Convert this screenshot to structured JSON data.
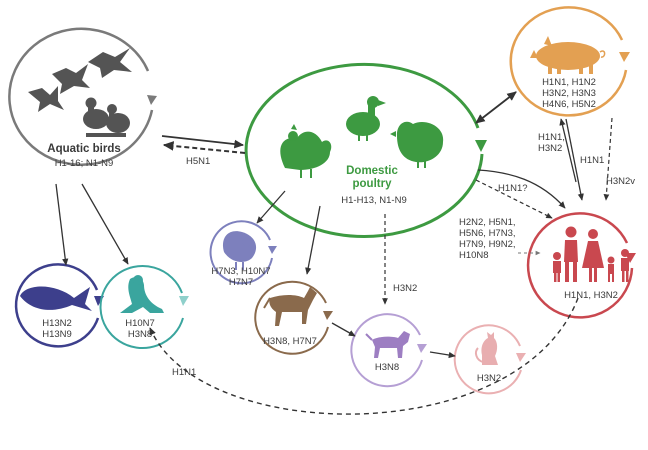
{
  "colors": {
    "aquatic": "#707070",
    "poultry": "#3d9a41",
    "pig": "#e3a052",
    "human": "#c9484f",
    "whale": "#3d3f8c",
    "seal": "#3aa59e",
    "turkey": "#7d80bd",
    "horse": "#8a6a4c",
    "dog": "#9d7ec2",
    "cat": "#e8aeb0"
  },
  "icons": [
    "birds-flying-icon",
    "ducks-icon",
    "rooster-icon",
    "duck-icon",
    "hen-icon",
    "pig-icon",
    "family-icon",
    "whale-icon",
    "seal-icon",
    "turkey-icon",
    "horse-icon",
    "dog-icon",
    "cat-icon"
  ],
  "nodes": {
    "aquatic": {
      "title": "Aquatic birds",
      "subtypes": "H1-16; N1-N9"
    },
    "poultry": {
      "title_line1": "Domestic",
      "title_line2": "poultry",
      "subtypes": "H1-H13, N1-N9"
    },
    "pig": {
      "line1": "H1N1, H1N2",
      "line2": "H3N2, H3N3",
      "line3": "H4N6, H5N2"
    },
    "human": {
      "subtypes": "H1N1, H3N2"
    },
    "whale": {
      "line1": "H13N2",
      "line2": "H13N9"
    },
    "seal": {
      "line1": "H10N7",
      "line2": "H3N8"
    },
    "turkey": {
      "line1": "H7N3, H10N7",
      "line2": "H7N7"
    },
    "horse": {
      "subtypes": "H3N8, H7N7"
    },
    "dog": {
      "subtypes": "H3N8"
    },
    "cat": {
      "subtypes": "H3N2"
    }
  },
  "edges": {
    "aquatic_poultry": "H5N1",
    "pig_human_left_1": "H1N1,",
    "pig_human_left_2": "H3N2",
    "pig_human_mid": "H1N1",
    "pig_human_right": "H3N2v",
    "poultry_human_q": "H1N1?",
    "poultry_human_list": [
      "H2N2, H5N1,",
      "H5N6, H7N3,",
      "H7N9, H9N2,",
      "H10N8"
    ],
    "poultry_dog": "H3N2",
    "human_seal": "H1N1"
  }
}
